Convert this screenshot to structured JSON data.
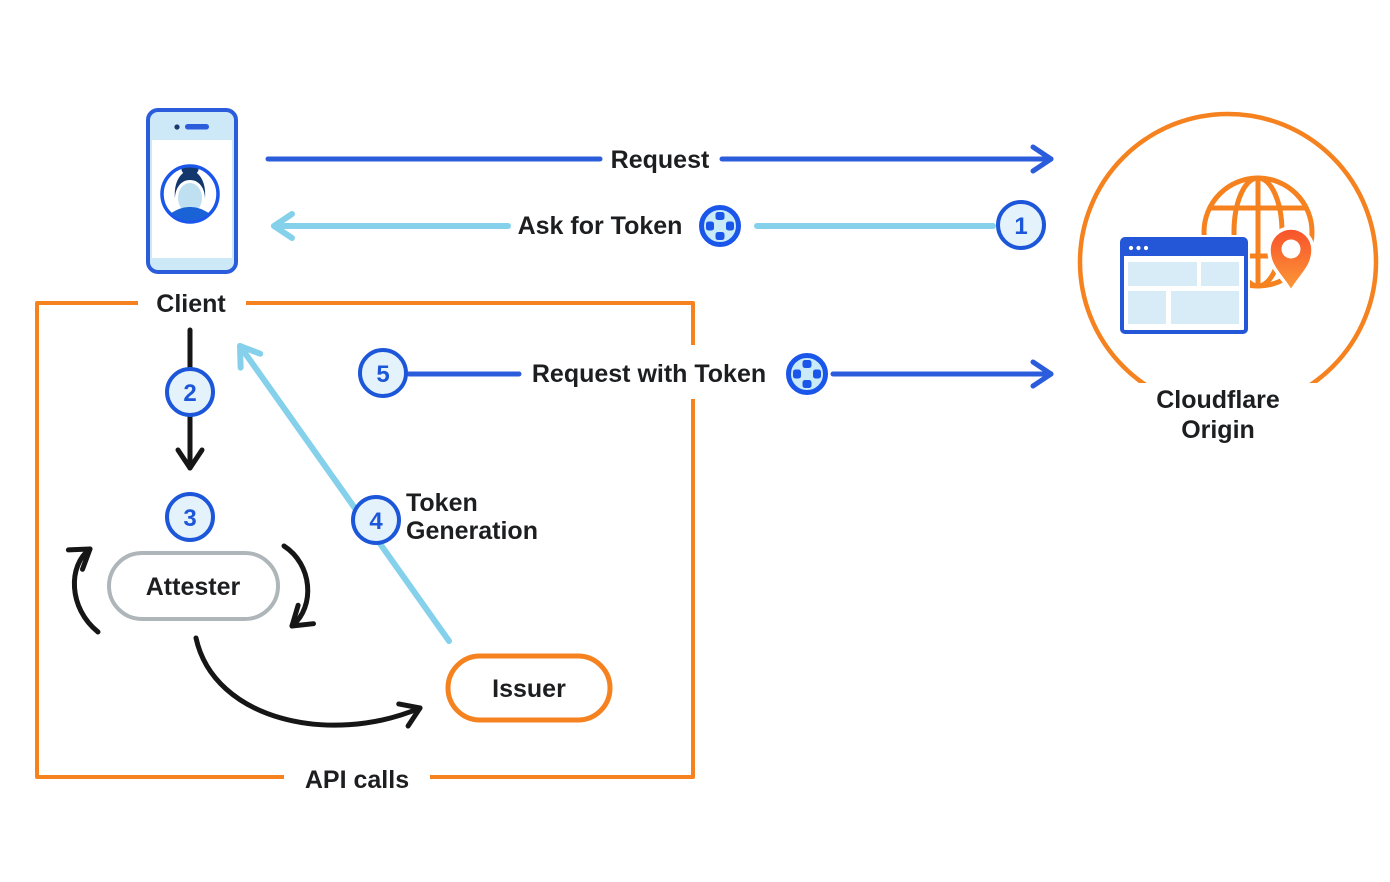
{
  "diagram": {
    "nodes": {
      "client": {
        "label": "Client"
      },
      "origin": {
        "label_line1": "Cloudflare",
        "label_line2": "Origin"
      },
      "attester": {
        "label": "Attester"
      },
      "issuer": {
        "label": "Issuer"
      }
    },
    "flows": {
      "request": {
        "label": "Request"
      },
      "ask_for_token": {
        "label": "Ask for Token",
        "step": "1"
      },
      "client_to_attester": {
        "step": "2"
      },
      "attestation": {
        "step": "3"
      },
      "token_generation": {
        "label_line1": "Token",
        "label_line2": "Generation",
        "step": "4"
      },
      "request_with_token": {
        "label": "Request with Token",
        "step": "5"
      },
      "api_calls": {
        "label": "API calls"
      }
    },
    "colors": {
      "blue": "#2b5cdc",
      "light_blue": "#85d1eb",
      "orange": "#f6821f",
      "ink": "#1d1e20",
      "black_arrow": "#161616",
      "badge_fill": "#e4f3fb",
      "badge_ring": "#1d57d9",
      "gray_pill": "#aeb6ba",
      "icon_light_blue": "#cde9f7",
      "token_fill": "#c9ebf8",
      "token_ring": "#1a56ea",
      "pin_red": "#f8512a"
    }
  }
}
